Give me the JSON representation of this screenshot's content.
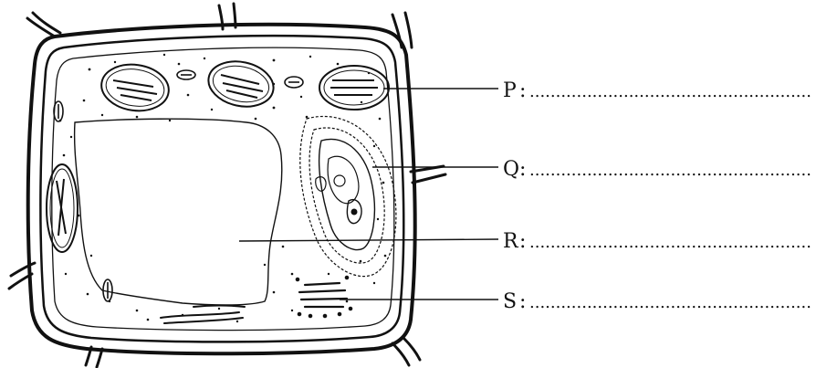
{
  "labels": [
    {
      "letter": "P",
      "separator": ":",
      "blank": "......................................................"
    },
    {
      "letter": "Q",
      "separator": ":",
      "blank": "......................................................"
    },
    {
      "letter": "R",
      "separator": ":",
      "blank": "......................................................"
    },
    {
      "letter": "S",
      "separator": ":",
      "blank": "......................................................"
    }
  ],
  "colors": {
    "ink": "#111111",
    "background": "#ffffff"
  }
}
